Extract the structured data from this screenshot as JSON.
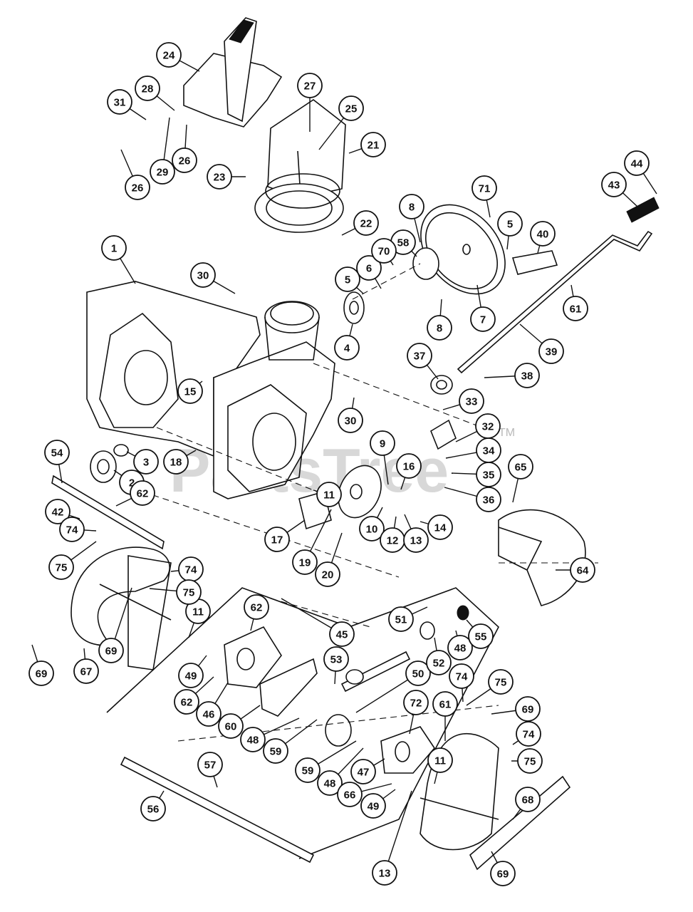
{
  "diagram": {
    "type": "exploded-parts-diagram",
    "subject": "Snow thrower auger housing, chute and gearbox assembly",
    "watermark": "PartsTree",
    "watermark_tm": "TM",
    "callouts": [
      {
        "id": "c1",
        "label": "1"
      },
      {
        "id": "c2",
        "label": "2"
      },
      {
        "id": "c3",
        "label": "3"
      },
      {
        "id": "c4",
        "label": "4"
      },
      {
        "id": "c5a",
        "label": "5"
      },
      {
        "id": "c5b",
        "label": "5"
      },
      {
        "id": "c6",
        "label": "6"
      },
      {
        "id": "c7",
        "label": "7"
      },
      {
        "id": "c8a",
        "label": "8"
      },
      {
        "id": "c8b",
        "label": "8"
      },
      {
        "id": "c9",
        "label": "9"
      },
      {
        "id": "c10",
        "label": "10"
      },
      {
        "id": "c11a",
        "label": "11"
      },
      {
        "id": "c11b",
        "label": "11"
      },
      {
        "id": "c11c",
        "label": "11"
      },
      {
        "id": "c12",
        "label": "12"
      },
      {
        "id": "c13a",
        "label": "13"
      },
      {
        "id": "c13b",
        "label": "13"
      },
      {
        "id": "c14",
        "label": "14"
      },
      {
        "id": "c15",
        "label": "15"
      },
      {
        "id": "c16",
        "label": "16"
      },
      {
        "id": "c17",
        "label": "17"
      },
      {
        "id": "c18",
        "label": "18"
      },
      {
        "id": "c19",
        "label": "19"
      },
      {
        "id": "c20",
        "label": "20"
      },
      {
        "id": "c21",
        "label": "21"
      },
      {
        "id": "c22",
        "label": "22"
      },
      {
        "id": "c23",
        "label": "23"
      },
      {
        "id": "c24",
        "label": "24"
      },
      {
        "id": "c25",
        "label": "25"
      },
      {
        "id": "c26a",
        "label": "26"
      },
      {
        "id": "c26b",
        "label": "26"
      },
      {
        "id": "c27",
        "label": "27"
      },
      {
        "id": "c28",
        "label": "28"
      },
      {
        "id": "c29",
        "label": "29"
      },
      {
        "id": "c30a",
        "label": "30"
      },
      {
        "id": "c30b",
        "label": "30"
      },
      {
        "id": "c31",
        "label": "31"
      },
      {
        "id": "c32",
        "label": "32"
      },
      {
        "id": "c33",
        "label": "33"
      },
      {
        "id": "c34",
        "label": "34"
      },
      {
        "id": "c35",
        "label": "35"
      },
      {
        "id": "c36",
        "label": "36"
      },
      {
        "id": "c37",
        "label": "37"
      },
      {
        "id": "c38",
        "label": "38"
      },
      {
        "id": "c39",
        "label": "39"
      },
      {
        "id": "c40",
        "label": "40"
      },
      {
        "id": "c42",
        "label": "42"
      },
      {
        "id": "c43",
        "label": "43"
      },
      {
        "id": "c44",
        "label": "44"
      },
      {
        "id": "c45",
        "label": "45"
      },
      {
        "id": "c46",
        "label": "46"
      },
      {
        "id": "c47",
        "label": "47"
      },
      {
        "id": "c48a",
        "label": "48"
      },
      {
        "id": "c48b",
        "label": "48"
      },
      {
        "id": "c48c",
        "label": "48"
      },
      {
        "id": "c49a",
        "label": "49"
      },
      {
        "id": "c49b",
        "label": "49"
      },
      {
        "id": "c50",
        "label": "50"
      },
      {
        "id": "c51",
        "label": "51"
      },
      {
        "id": "c52",
        "label": "52"
      },
      {
        "id": "c53",
        "label": "53"
      },
      {
        "id": "c54",
        "label": "54"
      },
      {
        "id": "c55",
        "label": "55"
      },
      {
        "id": "c56",
        "label": "56"
      },
      {
        "id": "c57",
        "label": "57"
      },
      {
        "id": "c58",
        "label": "58"
      },
      {
        "id": "c59a",
        "label": "59"
      },
      {
        "id": "c59b",
        "label": "59"
      },
      {
        "id": "c60",
        "label": "60"
      },
      {
        "id": "c61a",
        "label": "61"
      },
      {
        "id": "c61b",
        "label": "61"
      },
      {
        "id": "c62a",
        "label": "62"
      },
      {
        "id": "c62b",
        "label": "62"
      },
      {
        "id": "c62c",
        "label": "62"
      },
      {
        "id": "c64",
        "label": "64"
      },
      {
        "id": "c65",
        "label": "65"
      },
      {
        "id": "c66",
        "label": "66"
      },
      {
        "id": "c67",
        "label": "67"
      },
      {
        "id": "c68",
        "label": "68"
      },
      {
        "id": "c69a",
        "label": "69"
      },
      {
        "id": "c69b",
        "label": "69"
      },
      {
        "id": "c69c",
        "label": "69"
      },
      {
        "id": "c69d",
        "label": "69"
      },
      {
        "id": "c70",
        "label": "70"
      },
      {
        "id": "c71",
        "label": "71"
      },
      {
        "id": "c72",
        "label": "72"
      },
      {
        "id": "c74a",
        "label": "74"
      },
      {
        "id": "c74b",
        "label": "74"
      },
      {
        "id": "c74c",
        "label": "74"
      },
      {
        "id": "c74d",
        "label": "74"
      },
      {
        "id": "c75a",
        "label": "75"
      },
      {
        "id": "c75b",
        "label": "75"
      },
      {
        "id": "c75c",
        "label": "75"
      },
      {
        "id": "c75d",
        "label": "75"
      }
    ]
  }
}
